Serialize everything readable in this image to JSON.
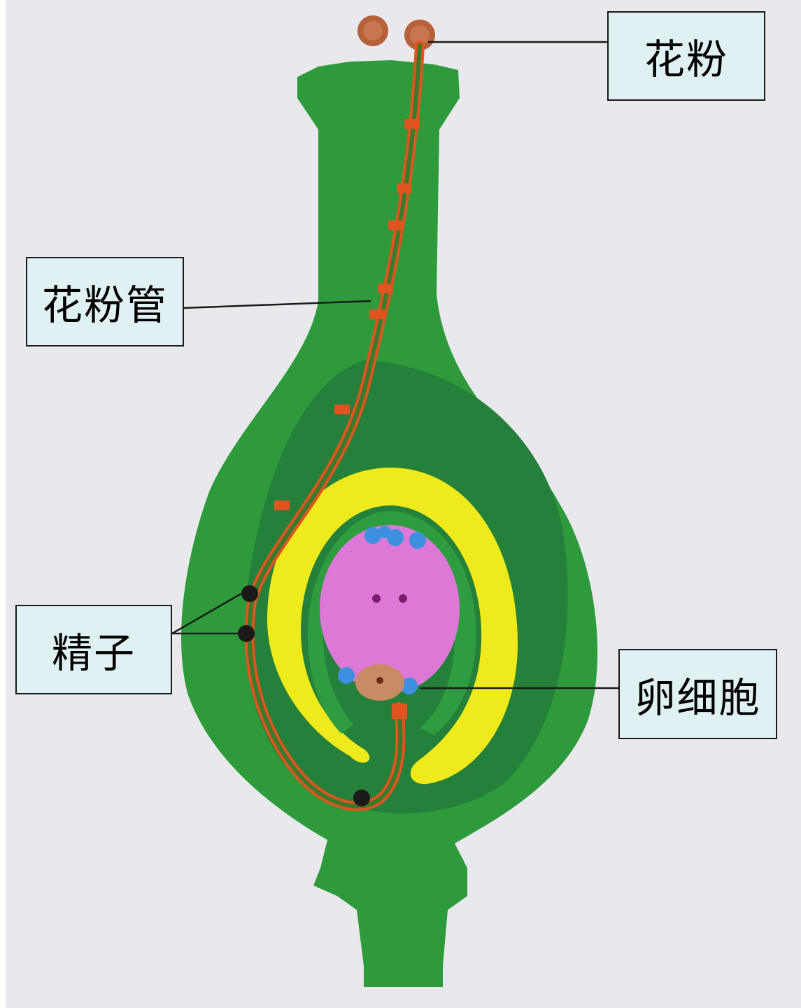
{
  "labels": {
    "pollen": "花粉",
    "pollen_tube": "花粉管",
    "sperm": "精子",
    "egg_cell": "卵细胞"
  },
  "colors": {
    "background": "#e9e8ec",
    "pistil_green": "#2e9a3c",
    "ovary_dark_green": "#24803a",
    "integument_yellow": "#eeea1c",
    "embryo_sac_pink": "#dc78d6",
    "pollen_tube_orange": "#e0541f",
    "pollen_brown": "#b5613b",
    "nucleus_blue": "#3d8fe0",
    "label_fill": "#dff1f3"
  }
}
